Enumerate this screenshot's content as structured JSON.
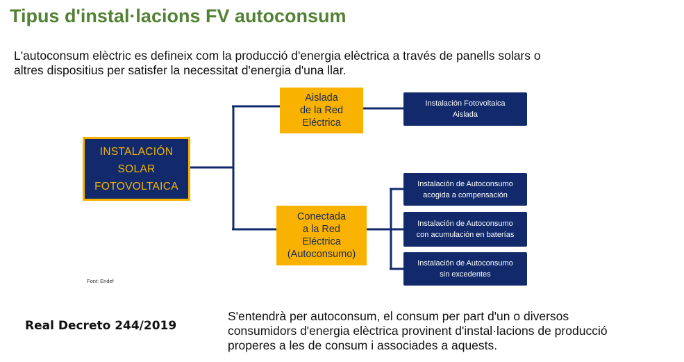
{
  "title": "Tipus d'instal·lacions FV autoconsum",
  "intro": {
    "line1": "L'autoconsum elèctric es defineix com la producció d'energia elèctrica a través de panells solars o",
    "line2": "altres dispositius per satisfer la necessitat d'energia d'una llar."
  },
  "diagram": {
    "root": {
      "lines": [
        "INSTALACIÓN",
        "SOLAR",
        "FOTOVOLTAICA"
      ]
    },
    "branch_isolated": {
      "lines": [
        "Aislada",
        "de la Red",
        "Eléctrica"
      ],
      "children": [
        {
          "lines": [
            "Instalación Fotovoltaica",
            "Aislada"
          ]
        }
      ]
    },
    "branch_connected": {
      "lines": [
        "Conectada",
        "a la Red",
        "Eléctrica",
        "(Autoconsumo)"
      ],
      "children": [
        {
          "lines": [
            "Instalación de Autoconsumo",
            "acogida a compensación"
          ]
        },
        {
          "lines": [
            "Instalación de Autoconsumo",
            "con acumulación en baterías"
          ]
        },
        {
          "lines": [
            "Instalación de Autoconsumo",
            "sin excedentes"
          ]
        }
      ]
    },
    "source": "Font: Endef",
    "colors": {
      "navy": "#122a6b",
      "yellow": "#f9b200",
      "root_border": "#f5b300",
      "connector": "#122a6b"
    }
  },
  "decree": "Real Decreto 244/2019",
  "definition": {
    "line1": "S'entendrà per autoconsum, el consum per part d'un o diversos",
    "line2": "consumidors d'energia elèctrica provinent d'instal·lacions de producció",
    "line3": "properes a les de consum i associades a aquests."
  },
  "colors": {
    "title": "#548235",
    "text": "#111111"
  }
}
